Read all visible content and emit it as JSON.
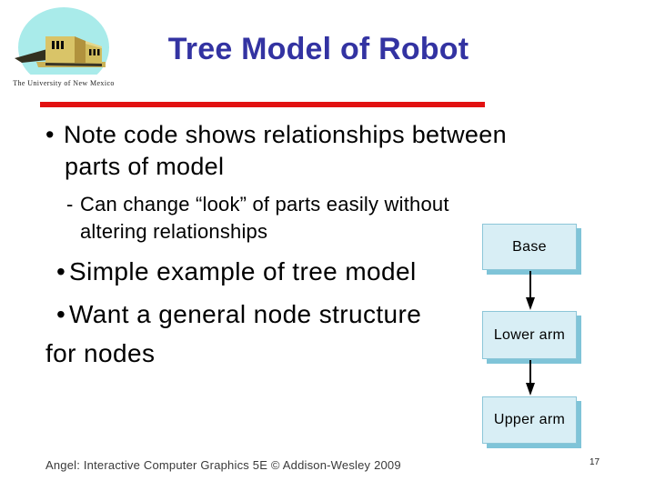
{
  "logo": {
    "caption": "The University of New Mexico"
  },
  "title": "Tree Model of Robot",
  "bullets": [
    {
      "level": 1,
      "marker": "•",
      "lines": [
        "Note code shows relationships between",
        "parts of model"
      ]
    },
    {
      "level": 2,
      "marker": "-",
      "lines": [
        "Can change “look” of parts easily without",
        "altering relationships"
      ]
    },
    {
      "level": 1,
      "marker": "•",
      "lines": [
        "Simple example of tree model"
      ]
    },
    {
      "level": 1,
      "marker": "•",
      "lines": [
        "Want a general node structure"
      ]
    },
    {
      "level": 0,
      "marker": "",
      "lines": [
        "for nodes"
      ]
    }
  ],
  "diagram": {
    "nodes": [
      "Base",
      "Lower arm",
      "Upper arm"
    ],
    "edges": [
      [
        "Base",
        "Lower arm"
      ],
      [
        "Lower arm",
        "Upper arm"
      ]
    ],
    "box_fill": "#d8eef5",
    "box_shadow": "#7fc4d8",
    "arrow_color": "#000000"
  },
  "footer": {
    "credit": "Angel: Interactive Computer Graphics 5E © Addison-Wesley 2009",
    "page_number": "17"
  },
  "colors": {
    "title": "#3333a2",
    "divider": "#e21111"
  }
}
